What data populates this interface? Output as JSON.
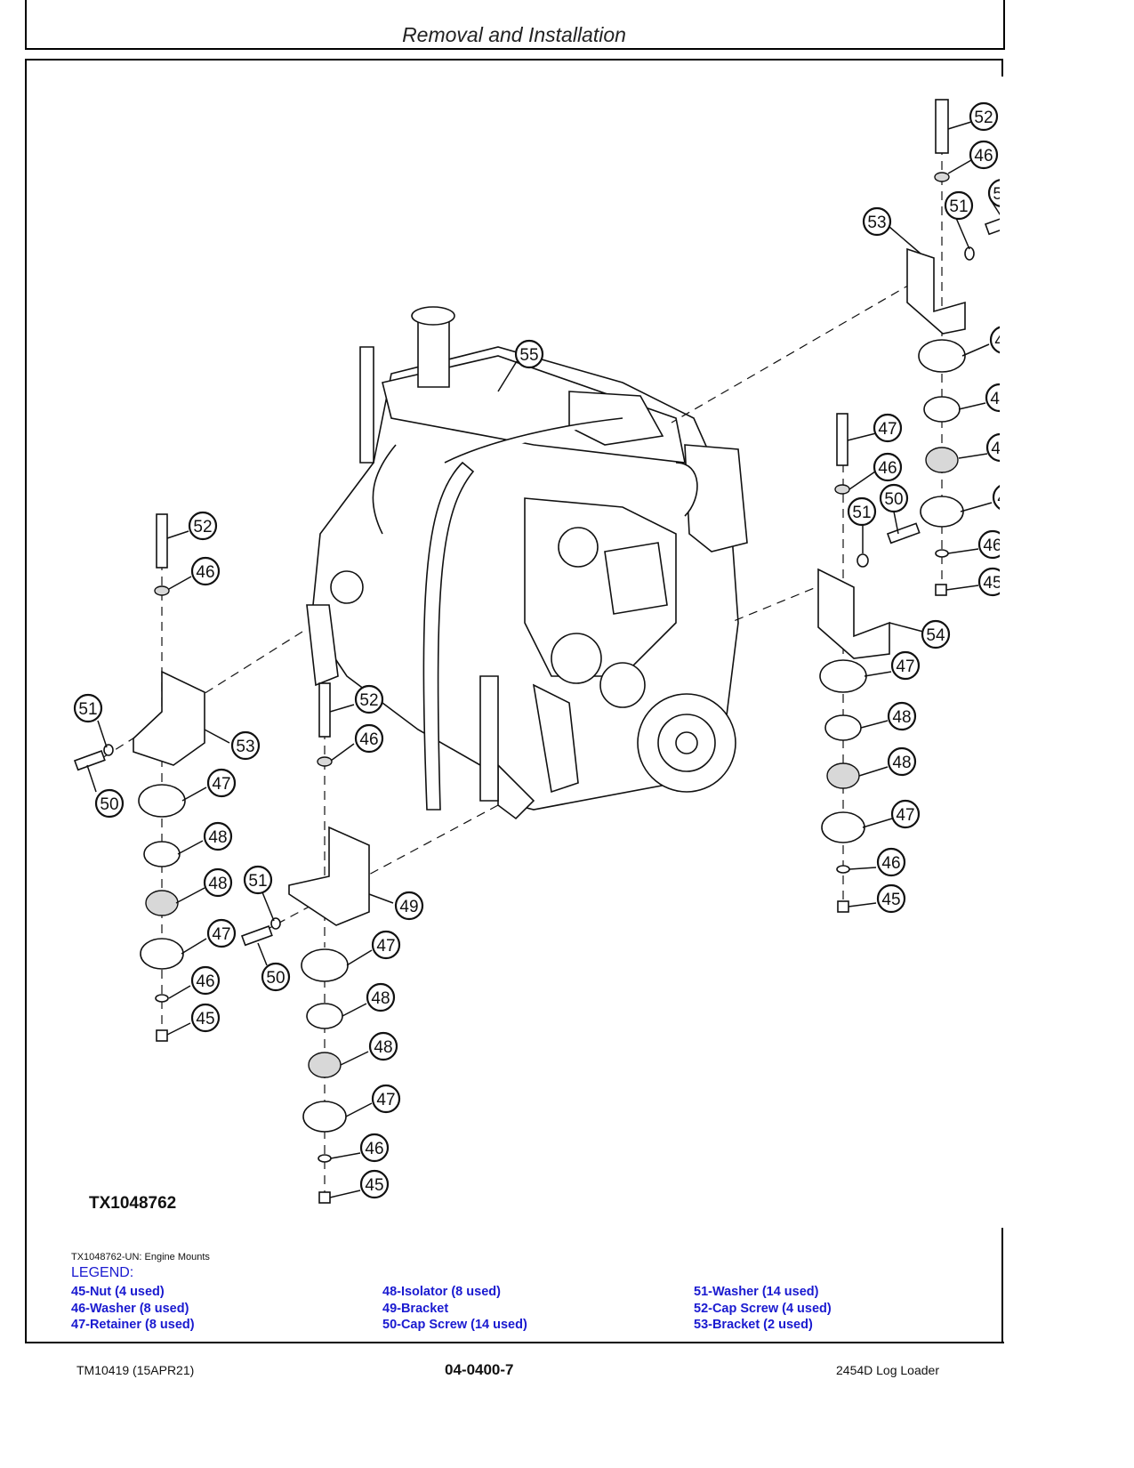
{
  "header": {
    "title": "Removal and Installation"
  },
  "figure": {
    "id_label": "TX1048762",
    "caption": "TX1048762-UN: Engine Mounts",
    "callouts": [
      "45",
      "46",
      "47",
      "48",
      "49",
      "50",
      "51",
      "52",
      "53",
      "54",
      "55"
    ]
  },
  "legend": {
    "title": "LEGEND:",
    "columns": [
      [
        "45-Nut (4 used)",
        "46-Washer (8 used)",
        "47-Retainer (8 used)"
      ],
      [
        "48-Isolator (8 used)",
        "49-Bracket",
        "50-Cap Screw (14 used)"
      ],
      [
        "51-Washer (14 used)",
        "52-Cap Screw (4 used)",
        "53-Bracket (2 used)"
      ]
    ],
    "color": "#1a1ad0"
  },
  "footer": {
    "left": "TM10419 (15APR21)",
    "center": "04-0400-7",
    "right": "2454D Log Loader"
  }
}
